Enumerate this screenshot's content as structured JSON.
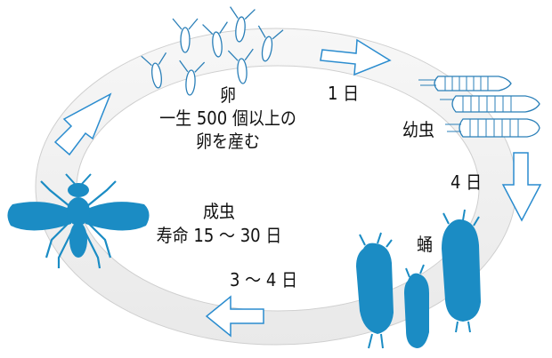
{
  "stages": {
    "egg": {
      "name": "卵",
      "line1": "一生 500 個以上の",
      "line2": "卵を産む"
    },
    "larva": {
      "name": "幼虫"
    },
    "pupa": {
      "name": "蛹"
    },
    "adult": {
      "name": "成虫",
      "lifespan": "寿命 15 ～ 30 日"
    }
  },
  "durations": {
    "egg_to_larva": "1 日",
    "larva_to_pupa": "4 日",
    "pupa_to_adult": "3 ～ 4 日"
  },
  "colors": {
    "fly_blue": "#1b8cc4",
    "egg_outline": "#2a7fb8",
    "ring_fill": "#f3f3f3",
    "ring_stroke": "#cfcfcf",
    "arrow_stroke": "#2a8ccf"
  }
}
